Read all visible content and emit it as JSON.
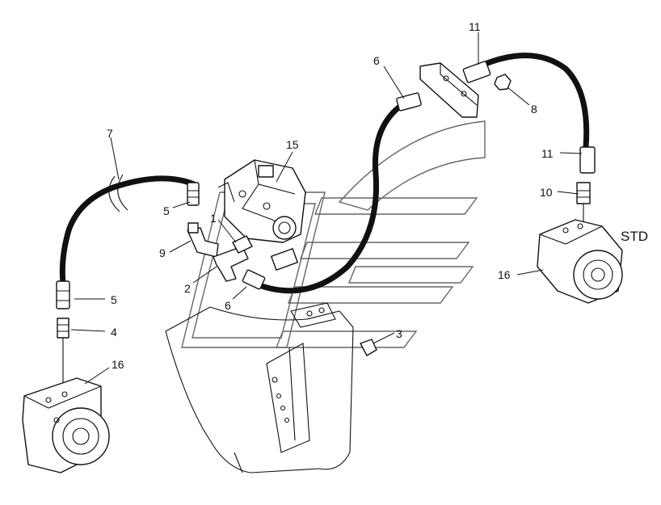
{
  "callouts": {
    "c1": "1",
    "c2": "2",
    "c3": "3",
    "c4": "4",
    "c5a": "5",
    "c5b": "5",
    "c6a": "6",
    "c6b": "6",
    "c7": "7",
    "c8": "8",
    "c9": "9",
    "c10": "10",
    "c11a": "11",
    "c11b": "11",
    "c15": "15",
    "c16a": "16",
    "c16b": "16"
  },
  "variant_label": "STD"
}
